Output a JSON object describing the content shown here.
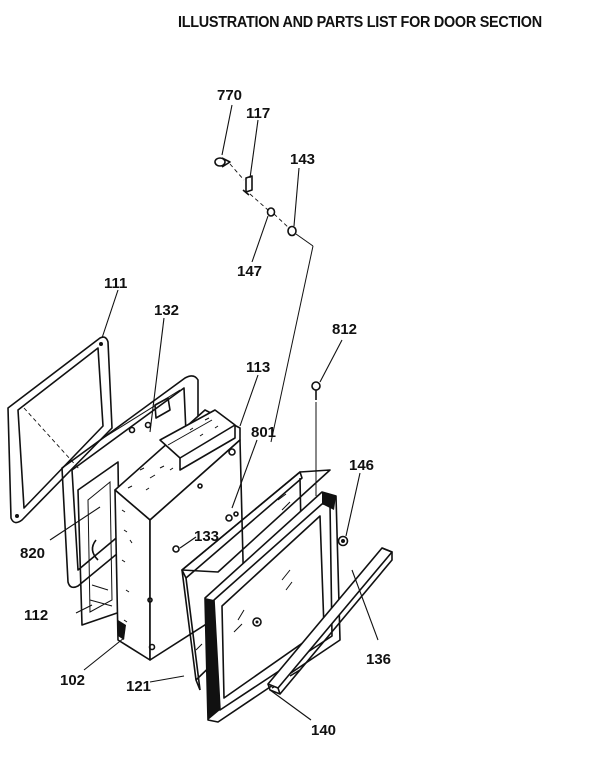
{
  "title": "ILLUSTRATION AND PARTS LIST FOR DOOR SECTION",
  "parts": [
    {
      "number": "770"
    },
    {
      "number": "117"
    },
    {
      "number": "143"
    },
    {
      "number": "147"
    },
    {
      "number": "111"
    },
    {
      "number": "132"
    },
    {
      "number": "812"
    },
    {
      "number": "113"
    },
    {
      "number": "801"
    },
    {
      "number": "146"
    },
    {
      "number": "820"
    },
    {
      "number": "133"
    },
    {
      "number": "112"
    },
    {
      "number": "136"
    },
    {
      "number": "102"
    },
    {
      "number": "121"
    },
    {
      "number": "140"
    }
  ]
}
